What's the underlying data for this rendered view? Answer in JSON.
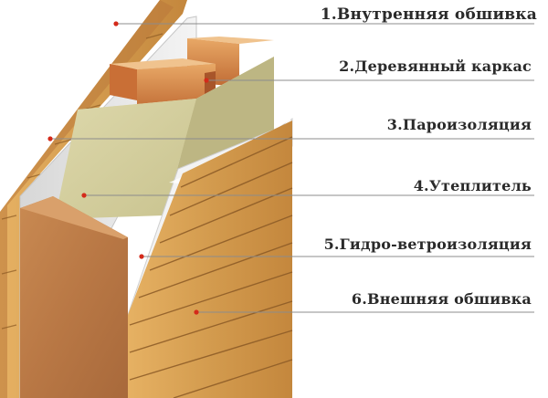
{
  "layers": [
    {
      "label": "1.Внутренняя обшивка",
      "color": "#d9a052"
    },
    {
      "label": "2.Деревянный каркас",
      "color": "#cc7a3a"
    },
    {
      "label": "3.Пароизоляция",
      "color": "#ececec"
    },
    {
      "label": "4.Утеплитель",
      "color": "#d8d2a2"
    },
    {
      "label": "5.Гидро-ветроизоляция",
      "color": "#f3f3f3"
    },
    {
      "label": "6.Внешняя обшивка",
      "color": "#c9954e"
    }
  ],
  "leader_color": "#8c8c8c",
  "dot_color": "#d42a1a"
}
